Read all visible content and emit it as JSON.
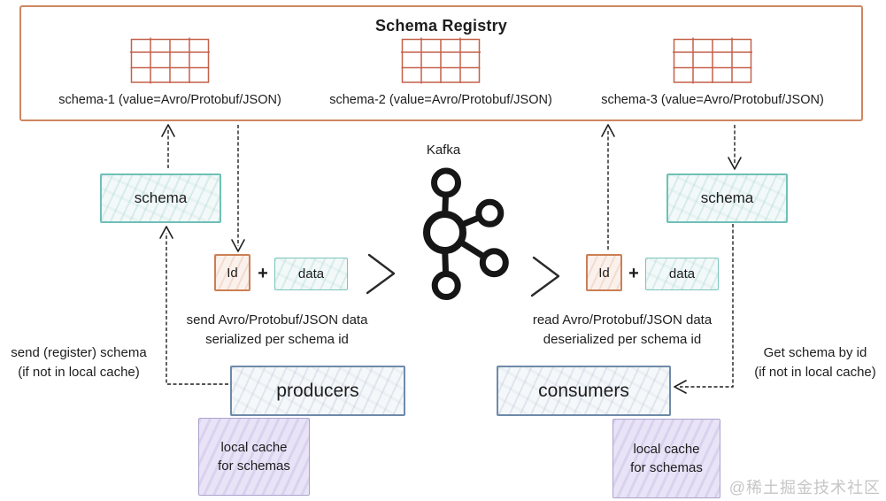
{
  "colors": {
    "registry_border": "#cf8660",
    "grid_line": "#c4614b",
    "teal_border": "#6ec0b8",
    "orange_border": "#cb7f55",
    "blue_border": "#6e8aa9",
    "purple_border": "#aaa2cd",
    "arrow_line": "#1f1f1f",
    "watermark_gray": "#c6c6c6"
  },
  "registry": {
    "title": "Schema Registry",
    "schemas": [
      {
        "label": "schema-1 (value=Avro/Protobuf/JSON)"
      },
      {
        "label": "schema-2 (value=Avro/Protobuf/JSON)"
      },
      {
        "label": "schema-3 (value=Avro/Protobuf/JSON)"
      }
    ]
  },
  "kafka": {
    "label": "Kafka"
  },
  "producer_side": {
    "schema_box_label": "schema",
    "id_box_label": "Id",
    "plus": "+",
    "data_box_label": "data",
    "flow_text": {
      "line1": "send Avro/Protobuf/JSON data",
      "line2": "serialized per schema id"
    },
    "register_note": {
      "line1": "send (register) schema",
      "line2": "(if not in local cache)"
    },
    "actor_label": "producers",
    "cache": {
      "line1": "local cache",
      "line2": "for schemas"
    }
  },
  "consumer_side": {
    "schema_box_label": "schema",
    "id_box_label": "Id",
    "plus": "+",
    "data_box_label": "data",
    "flow_text": {
      "line1": "read Avro/Protobuf/JSON data",
      "line2": "deserialized per schema id"
    },
    "get_note": {
      "line1": "Get schema by id",
      "line2": "(if not in local cache)"
    },
    "actor_label": "consumers",
    "cache": {
      "line1": "local cache",
      "line2": "for schemas"
    }
  },
  "watermark": "@稀土掘金技术社区"
}
